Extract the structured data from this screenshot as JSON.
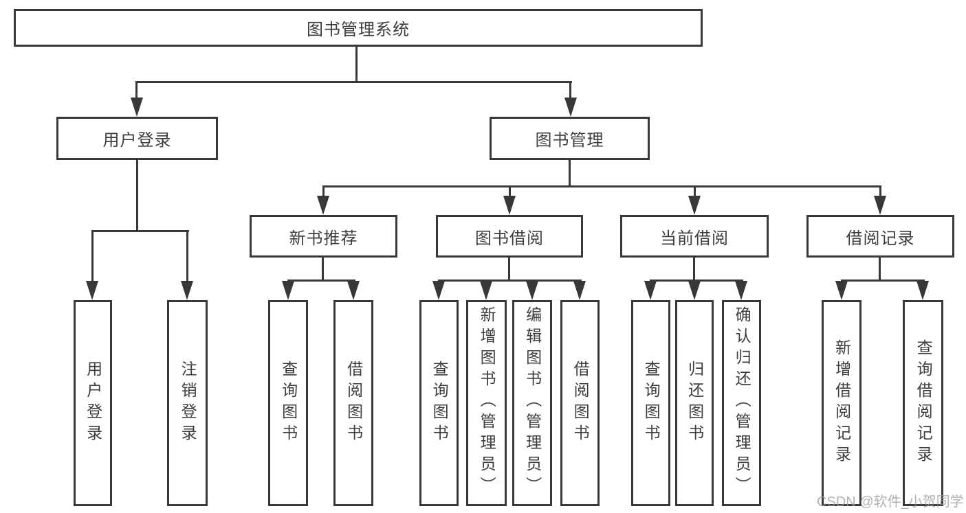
{
  "tree": {
    "root": "图书管理系统",
    "children": [
      {
        "label": "用户登录",
        "children": [
          "用户登录",
          "注销登录"
        ]
      },
      {
        "label": "图书管理",
        "children": [
          {
            "label": "新书推荐",
            "children": [
              "查询图书",
              "借阅图书"
            ]
          },
          {
            "label": "图书借阅",
            "children": [
              "查询图书",
              "新增图书（管理员）",
              "编辑图书（管理员）",
              "借阅图书"
            ]
          },
          {
            "label": "当前借阅",
            "children": [
              "查询图书",
              "归还图书",
              "确认归还（管理员）"
            ]
          },
          {
            "label": "借阅记录",
            "children": [
              "新增借阅记录",
              "查询借阅记录"
            ]
          }
        ]
      }
    ]
  },
  "watermark": {
    "text": "CSDN @软件_小贺同学"
  },
  "colors": {
    "line": "#383838",
    "text": "#3d3d3d",
    "watermark": "#9e9e9e",
    "background": "#ffffff"
  }
}
